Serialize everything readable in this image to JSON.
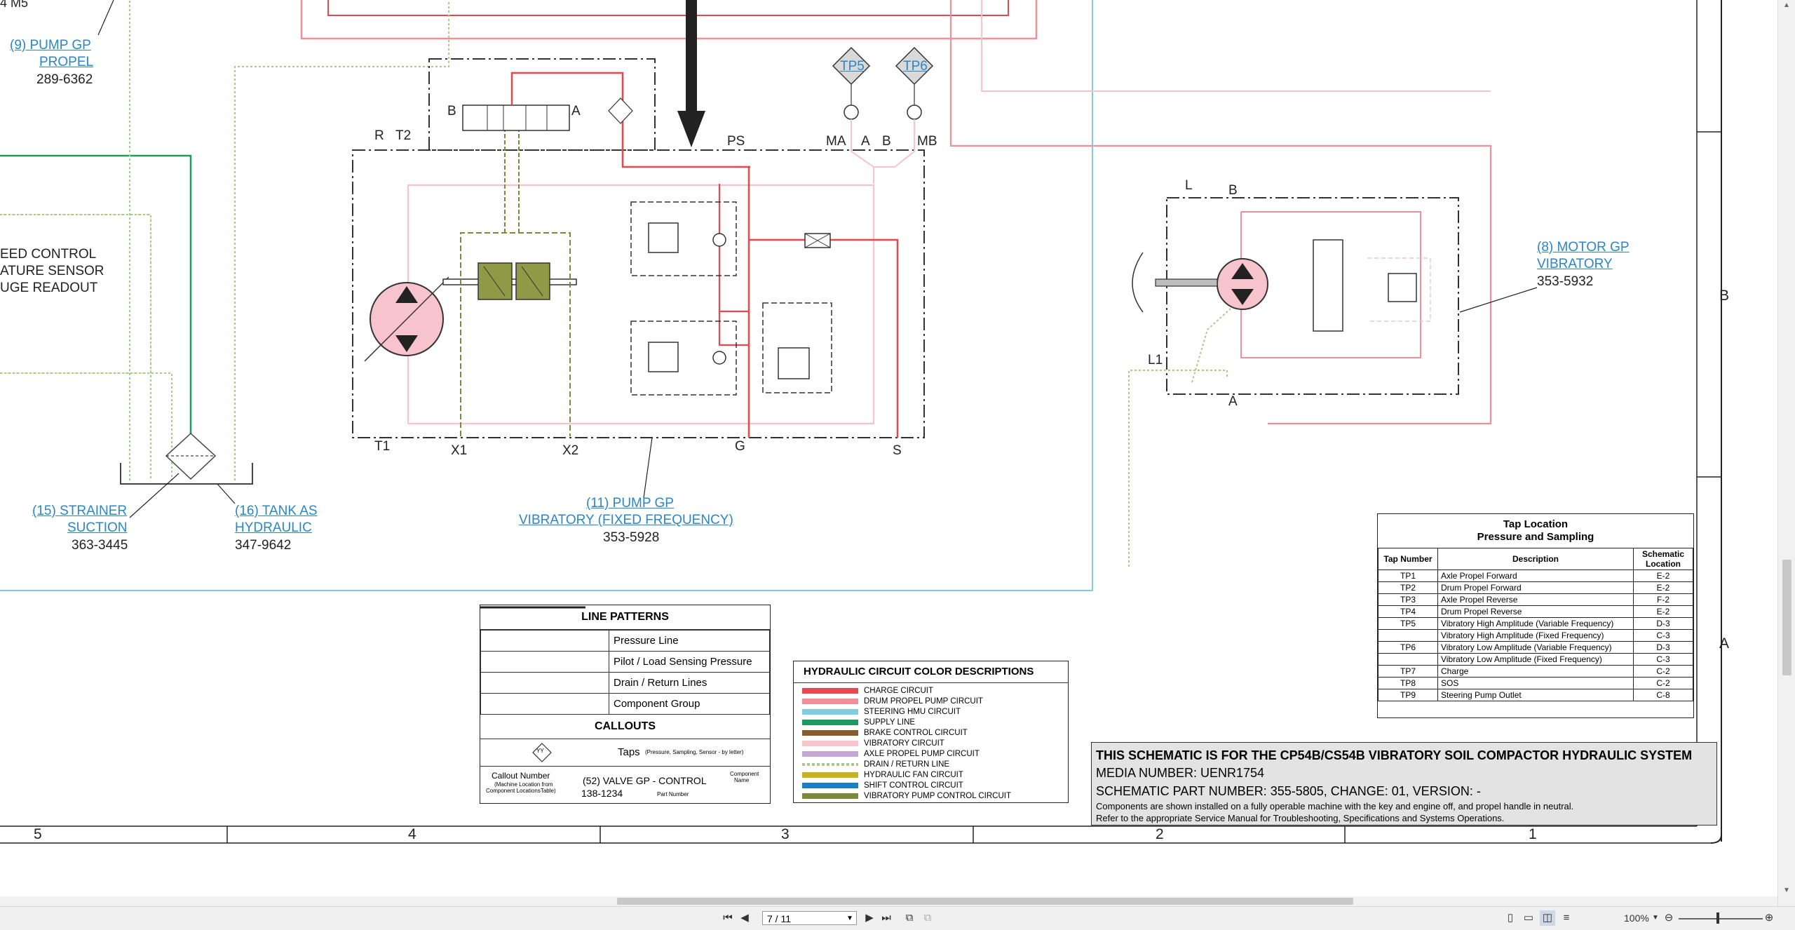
{
  "components": {
    "pump_propel": {
      "name": "(9) PUMP GP",
      "name2": "PROPEL",
      "part": "289-6362"
    },
    "strainer": {
      "name": "(15) STRAINER",
      "name2": "SUCTION",
      "part": "363-3445"
    },
    "tank": {
      "name": "(16) TANK AS",
      "name2": "HYDRAULIC",
      "part": "347-9642"
    },
    "pump_vib": {
      "name": "(11) PUMP GP",
      "name2": "VIBRATORY (FIXED FREQUENCY)",
      "part": "353-5928"
    },
    "motor_vib": {
      "name": "(8) MOTOR GP",
      "name2": "VIBRATORY",
      "part": "353-5932"
    },
    "sensor_text": [
      "EED CONTROL",
      "ATURE SENSOR",
      "UGE READOUT"
    ],
    "top_left_text": "4    M5"
  },
  "port_labels": {
    "R": "R",
    "T2": "T2",
    "B": "B",
    "A": "A",
    "PS": "PS",
    "MA": "MA",
    "MB": "MB",
    "T1": "T1",
    "X1": "X1",
    "X2": "X2",
    "G": "G",
    "S": "S",
    "L": "L",
    "L1": "L1"
  },
  "taps": {
    "tp5": "TP5",
    "tp6": "TP6"
  },
  "grid": {
    "columns": [
      "5",
      "4",
      "3",
      "2",
      "1"
    ],
    "rows": [
      "B",
      "A"
    ]
  },
  "tap_table": {
    "title": "Tap Location",
    "subtitle": "Pressure and Sampling",
    "headers": [
      "Tap Number",
      "Description",
      "Schematic Location"
    ],
    "rows": [
      [
        "TP1",
        "Axle Propel Forward",
        "E-2"
      ],
      [
        "TP2",
        "Drum Propel Forward",
        "E-2"
      ],
      [
        "TP3",
        "Axle Propel Reverse",
        "F-2"
      ],
      [
        "TP4",
        "Drum Propel Reverse",
        "E-2"
      ],
      [
        "TP5",
        "Vibratory High Amplitude (Variable Frequency)",
        "D-3"
      ],
      [
        "",
        "Vibratory High Amplitude (Fixed Frequency)",
        "C-3"
      ],
      [
        "TP6",
        "Vibratory Low Amplitude (Variable Frequency)",
        "D-3"
      ],
      [
        "",
        "Vibratory Low Amplitude (Fixed Frequency)",
        "C-3"
      ],
      [
        "TP7",
        "Charge",
        "C-2"
      ],
      [
        "TP8",
        "SOS",
        "C-2"
      ],
      [
        "TP9",
        "Steering Pump Outlet",
        "C-8"
      ]
    ]
  },
  "line_patterns": {
    "title": "LINE PATTERNS",
    "items": [
      "Pressure Line",
      "Pilot / Load Sensing Pressure",
      "Drain / Return Lines",
      "Component Group"
    ],
    "callouts_title": "CALLOUTS",
    "tap_icon_text": "YY",
    "taps_label": "Taps",
    "taps_note": "(Pressure, Sampling, Sensor - by letter)",
    "callout_number": "Callout Number",
    "callout_note1": "(Machine Location from",
    "callout_note2": "Component LocationsTable)",
    "example_name": "(52) VALVE GP - CONTROL",
    "example_part": "138-1234",
    "component_name_note1": "Component",
    "component_name_note2": "Name",
    "part_number_note": "Part Number"
  },
  "color_desc": {
    "title": "HYDRAULIC CIRCUIT COLOR DESCRIPTIONS",
    "items": [
      {
        "label": "CHARGE CIRCUIT",
        "color": "#e8474f"
      },
      {
        "label": "DRUM PROPEL PUMP CIRCUIT",
        "color": "#f08f9a"
      },
      {
        "label": "STEERING HMU CIRCUIT",
        "color": "#7fcbe0"
      },
      {
        "label": "SUPPLY LINE",
        "color": "#1e9a5e"
      },
      {
        "label": "BRAKE CONTROL CIRCUIT",
        "color": "#8a5a2a"
      },
      {
        "label": "VIBRATORY CIRCUIT",
        "color": "#f7c3cc"
      },
      {
        "label": "AXLE PROPEL PUMP CIRCUIT",
        "color": "#c6a6d6"
      },
      {
        "label": "DRAIN / RETURN LINE",
        "color": "#a9c98a"
      },
      {
        "label": "HYDRAULIC FAN CIRCUIT",
        "color": "#c8b21e"
      },
      {
        "label": "SHIFT CONTROL CIRCUIT",
        "color": "#1a7fc0"
      },
      {
        "label": "VIBRATORY PUMP CONTROL CIRCUIT",
        "color": "#7a8a3a"
      }
    ]
  },
  "title_block": {
    "main": "THIS SCHEMATIC IS FOR THE CP54B/CS54B VIBRATORY SOIL COMPACTOR HYDRAULIC SYSTEM",
    "media": "MEDIA NUMBER: UENR1754",
    "part": "SCHEMATIC PART NUMBER: 355-5805, CHANGE: 01, VERSION: -",
    "note1": "Components are shown installed on a fully operable machine with the key and engine off, and propel handle in neutral.",
    "note2": "Refer to the appropriate Service Manual for Troubleshooting, Specifications and Systems Operations."
  },
  "viewer": {
    "page": "7 / 11",
    "zoom": "100%"
  }
}
